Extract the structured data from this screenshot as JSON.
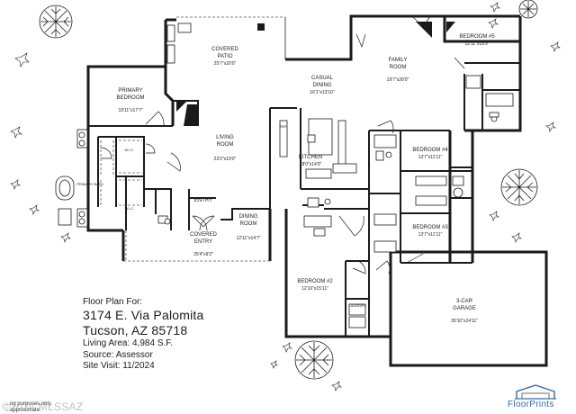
{
  "rooms": {
    "covered_patio": {
      "name": "COVERED PATIO",
      "dims": "25'7\"x20'0\""
    },
    "primary_bedroom": {
      "name": "PRIMARY BEDROOM",
      "dims": "19'11\"x17'7\""
    },
    "casual_dining": {
      "name": "CASUAL DINING",
      "dims": "16'1\"x13'10\""
    },
    "family_room": {
      "name": "FAMILY ROOM",
      "dims": "19'7\"x26'0\""
    },
    "bedroom5": {
      "name": "BEDROOM #5",
      "dims": "12'11\"x13'3\""
    },
    "living_room": {
      "name": "LIVING ROOM",
      "dims": "23'2\"x19'0\""
    },
    "kitchen": {
      "name": "KITCHEN",
      "dims": "18'0\"x14'0\""
    },
    "bedroom4": {
      "name": "BEDROOM #4",
      "dims": "13'7\"x11'11\""
    },
    "primary_bath": {
      "name": "PRIMARY BATH"
    },
    "wic_top": {
      "name": "W.I.C."
    },
    "wic_bottom": {
      "name": "W.I.C."
    },
    "entry": {
      "name": "ENTRY"
    },
    "dining_room": {
      "name": "DINING ROOM",
      "dims": "12'11\"x14'7\""
    },
    "bedroom3": {
      "name": "BEDROOM #3",
      "dims": "13'7\"x11'11\""
    },
    "covered_entry": {
      "name": "COVERED ENTRY",
      "dims": "25'4\"x9'2\""
    },
    "bedroom2": {
      "name": "BEDROOM #2",
      "dims": "12'10\"x15'11\""
    },
    "laundry": {
      "name": "LAUNDRY"
    },
    "garage": {
      "name": "3-CAR GARAGE",
      "dims": "35'10\"x24'11\""
    },
    "ref_label": "REF"
  },
  "info": {
    "floor_plan_for": "Floor Plan For:",
    "address_line1": "3174 E. Via Palomita",
    "address_line2": "Tucson, AZ  85718",
    "living_area": "Living Area:  4,984 S.F.",
    "source": "Source:  Assessor",
    "site_visit": "Site Visit:  11/2024"
  },
  "disclaimer": "...ng purposes only.\n...approximate.",
  "watermark": "©2024 MLSSAZ",
  "logo": {
    "text": "FloorPrints",
    "color": "#2c6db3"
  }
}
